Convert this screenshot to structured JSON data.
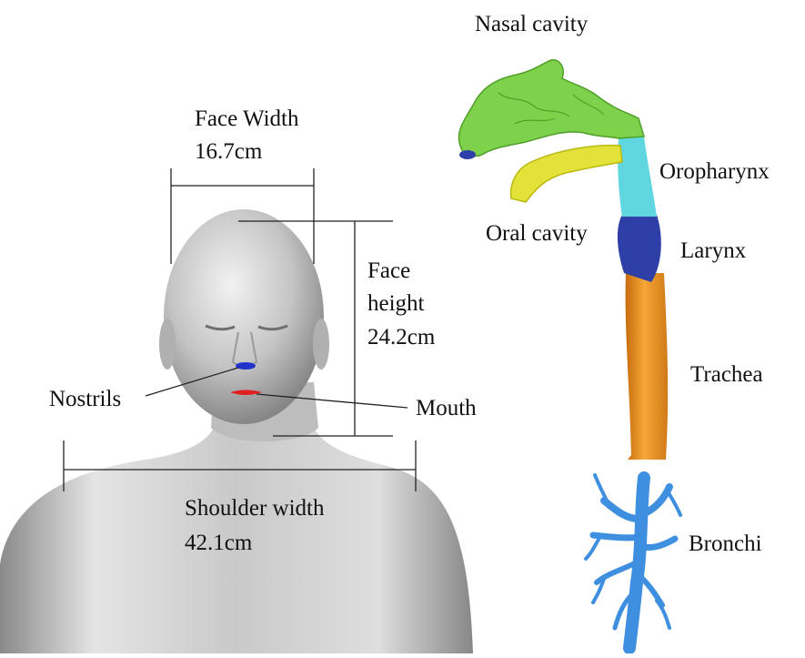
{
  "labels": {
    "face_width": "Face Width",
    "face_width_value": "16.7cm",
    "face_height_1": "Face",
    "face_height_2": "height",
    "face_height_value": "24.2cm",
    "nostrils": "Nostrils",
    "mouth": "Mouth",
    "shoulder_width": "Shoulder width",
    "shoulder_width_value": "42.1cm",
    "nasal_cavity": "Nasal cavity",
    "oropharynx": "Oropharynx",
    "oral_cavity": "Oral cavity",
    "larynx": "Larynx",
    "trachea": "Trachea",
    "bronchi": "Bronchi"
  },
  "colors": {
    "nasal_cavity": "#7ed14a",
    "oral_cavity": "#e2e23a",
    "oropharynx": "#5fd6e0",
    "larynx": "#2f3fa8",
    "trachea": "#f09a2a",
    "bronchi": "#3f8fe0",
    "mannequin": "#b9b9b9",
    "nostril_marker": "#2233cc",
    "mouth_marker": "#e02020"
  }
}
